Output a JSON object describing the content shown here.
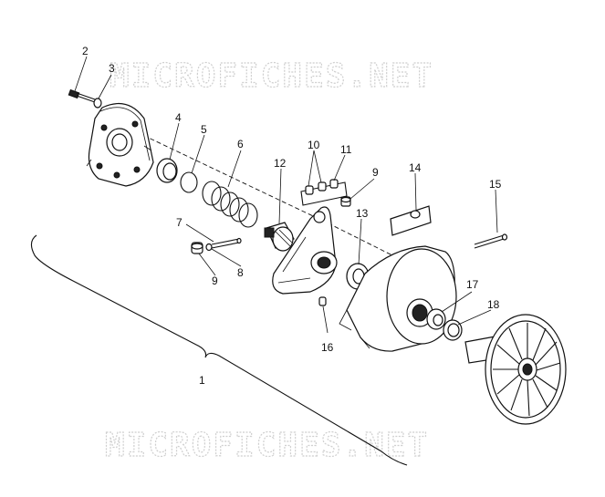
{
  "watermark": {
    "top": "MICROFICHES.NET",
    "bottom": "MICROFICHES.NET"
  },
  "callouts": [
    {
      "id": "c2",
      "text": "2"
    },
    {
      "id": "c3",
      "text": "3"
    },
    {
      "id": "c4",
      "text": "4"
    },
    {
      "id": "c5",
      "text": "5"
    },
    {
      "id": "c6",
      "text": "6"
    },
    {
      "id": "c10",
      "text": "10"
    },
    {
      "id": "c11",
      "text": "11"
    },
    {
      "id": "c12",
      "text": "12"
    },
    {
      "id": "c9a",
      "text": "9"
    },
    {
      "id": "c14",
      "text": "14"
    },
    {
      "id": "c15",
      "text": "15"
    },
    {
      "id": "c7",
      "text": "7"
    },
    {
      "id": "c13",
      "text": "13"
    },
    {
      "id": "c9b",
      "text": "9"
    },
    {
      "id": "c8",
      "text": "8"
    },
    {
      "id": "c17",
      "text": "17"
    },
    {
      "id": "c18",
      "text": "18"
    },
    {
      "id": "c16",
      "text": "16"
    },
    {
      "id": "c1",
      "text": "1"
    }
  ]
}
